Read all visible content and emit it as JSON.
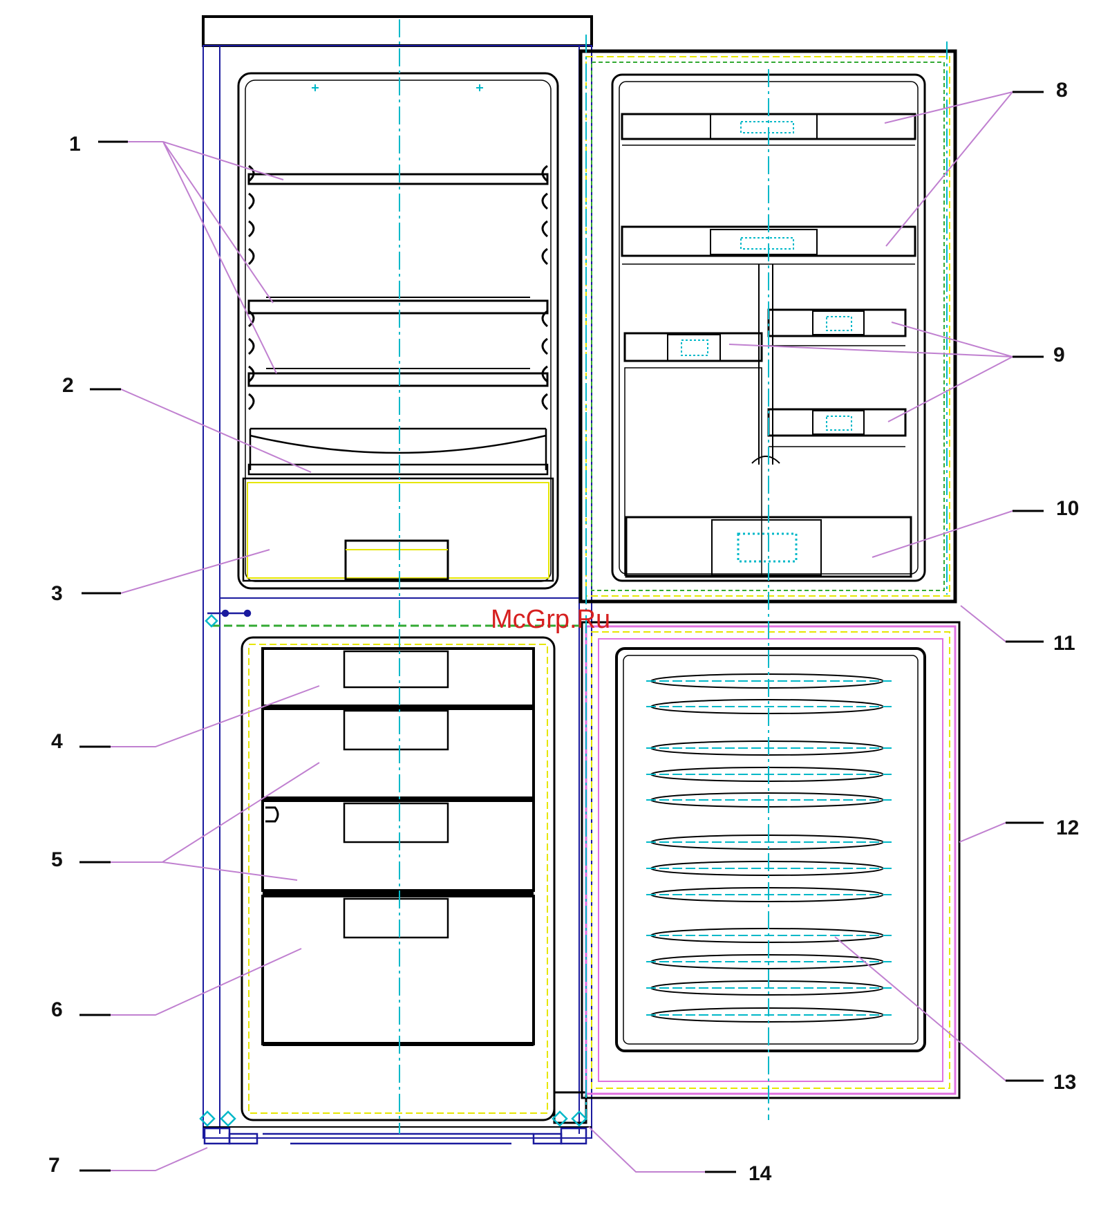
{
  "labels": {
    "l1": "1",
    "l2": "2",
    "l3": "3",
    "l4": "4",
    "l5": "5",
    "l6": "6",
    "l7": "7",
    "l8": "8",
    "l9": "9",
    "l10": "10",
    "l11": "11",
    "l12": "12",
    "l13": "13",
    "l14": "14"
  },
  "watermark": "McGrp.Ru",
  "colors": {
    "outline": "#000000",
    "blue": "#1a1a9e",
    "cyan": "#00b8c8",
    "pink": "#e070e0",
    "yellow": "#e6e600",
    "green": "#33aa33",
    "leader": "#c080d0",
    "watermark": "#d62020"
  }
}
